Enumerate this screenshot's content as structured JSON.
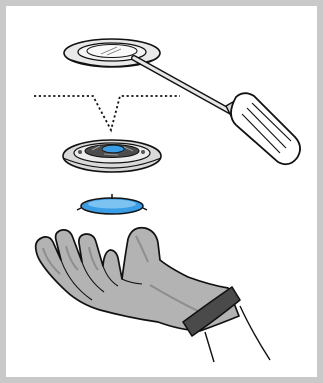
{
  "figure": {
    "kind": "instruction-illustration",
    "steps_depicted": [
      "lift-cover-with-screwdriver",
      "remove-inner-assembly",
      "catch-blue-disc-in-gloved-hand"
    ]
  },
  "palette": {
    "frame": "#c9c9c9",
    "outline": "#111111",
    "metal_light": "#ededed",
    "metal_mid": "#d4d4d4",
    "glove": "#b3b3b3",
    "glove_shadow": "#8e8e8e",
    "cuff": "#4a4a4a",
    "blue": "#3a9ee6",
    "blue_light": "#7cc3f2"
  },
  "icons": [
    "screwdriver-icon",
    "cover-ring-icon",
    "guide-line-icon",
    "inner-assembly-icon",
    "blue-disc-icon",
    "gloved-hand-icon"
  ]
}
